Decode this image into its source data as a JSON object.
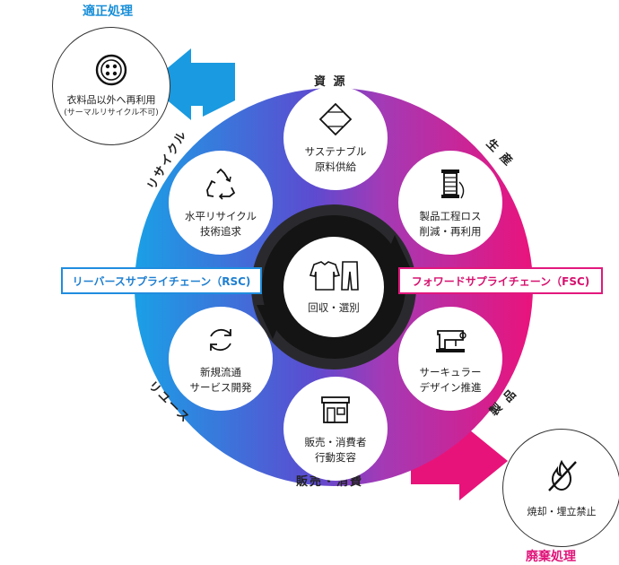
{
  "titles": {
    "top": "適正処理",
    "bottom": "廃棄処理"
  },
  "stages": {
    "resource": "資 源",
    "production": "生 産",
    "product": "製 品",
    "sales": "販売・消費",
    "reuse": "リユース",
    "recycle": "リサイクル"
  },
  "chains": {
    "reverse": "リーバースサプライチェーン（RSC)",
    "forward": "フォワードサプライチェーン（FSC)"
  },
  "nodes": {
    "sustainable": [
      "サステナブル",
      "原料供給"
    ],
    "production_loss": [
      "製品工程ロス",
      "削減・再利用"
    ],
    "circular_design": [
      "サーキュラー",
      "デザイン推進"
    ],
    "behavior": [
      "販売・消費者",
      "行動変容"
    ],
    "new_service": [
      "新規流通",
      "サービス開発"
    ],
    "horizontal_recycle": [
      "水平リサイクル",
      "技術追求"
    ]
  },
  "center": {
    "label": "回収・選別"
  },
  "outer": {
    "proper": {
      "label": "衣料品以外へ再利用",
      "sub": "(サーマルリサイクル不可)"
    },
    "disposal": {
      "label": "焼却・埋立禁止"
    }
  },
  "colors": {
    "blue": "#1a9ae0",
    "purple": "#6c3fc0",
    "magenta": "#e8137a",
    "dark": "#151515"
  },
  "icons": {
    "sustainable": "fabric-diamond-icon",
    "production_loss": "thread-spool-icon",
    "circular_design": "sewing-machine-icon",
    "behavior": "storefront-icon",
    "new_service": "circular-arrows-icon",
    "horizontal_recycle": "recycle-icon",
    "center": "clothing-icon",
    "proper": "button-icon",
    "disposal": "no-burn-icon"
  }
}
